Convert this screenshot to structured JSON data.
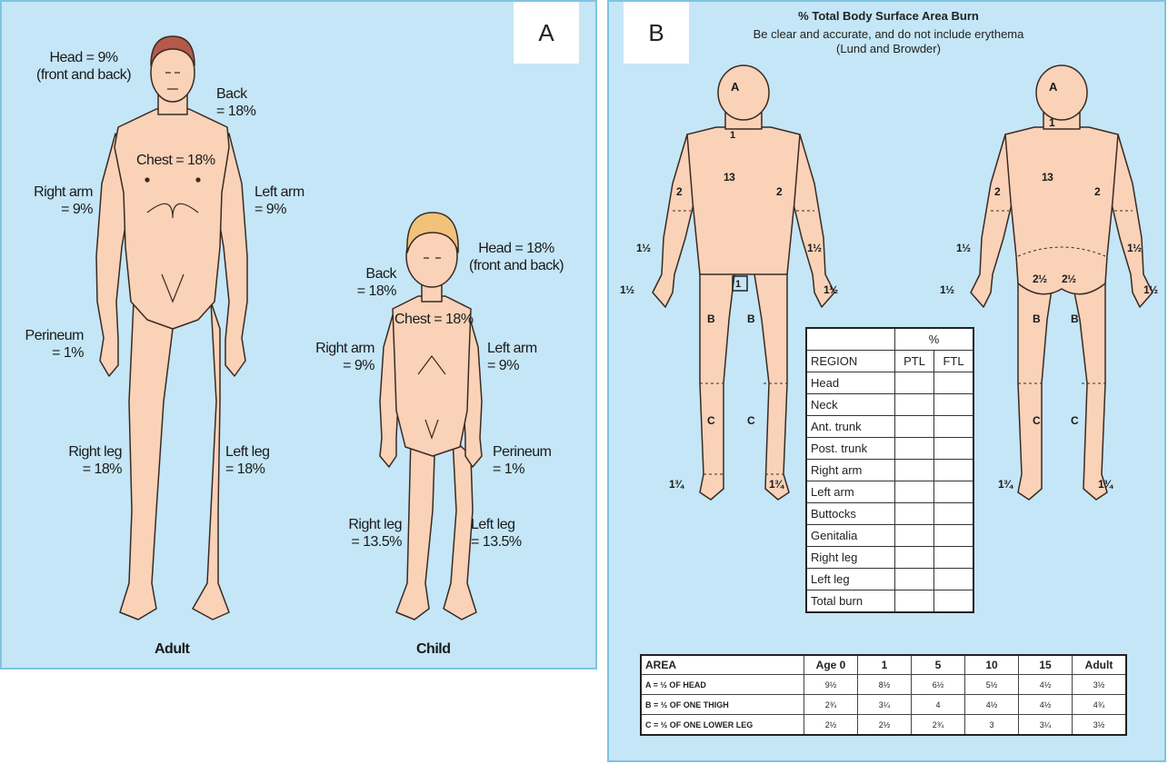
{
  "panel_a": {
    "letter": "A",
    "adult": {
      "caption": "Adult",
      "head": [
        "Head = 9%",
        "(front and back)"
      ],
      "back": [
        "Back",
        "= 18%"
      ],
      "chest": "Chest = 18%",
      "right_arm": [
        "Right arm",
        "= 9%"
      ],
      "left_arm": [
        "Left arm",
        "= 9%"
      ],
      "perineum": [
        "Perineum",
        "= 1%"
      ],
      "right_leg": [
        "Right leg",
        "= 18%"
      ],
      "left_leg": [
        "Left leg",
        "= 18%"
      ]
    },
    "child": {
      "caption": "Child",
      "head": [
        "Head = 18%",
        "(front and back)"
      ],
      "back": [
        "Back",
        "= 18%"
      ],
      "chest": "Chest = 18%",
      "right_arm": [
        "Right arm",
        "= 9%"
      ],
      "left_arm": [
        "Left arm",
        "= 9%"
      ],
      "perineum": [
        "Perineum",
        "= 1%"
      ],
      "right_leg": [
        "Right leg",
        "= 13.5%"
      ],
      "left_leg": [
        "Left leg",
        "= 13.5%"
      ]
    }
  },
  "panel_b": {
    "letter": "B",
    "title": "% Total Body Surface Area Burn",
    "subtitle": "Be clear and accurate, and do not include erythema",
    "subtitle2": "(Lund and Browder)",
    "front_labels": {
      "head": "A",
      "neck": "1",
      "trunk": "13",
      "upper_arm": "2",
      "forearm": "1½",
      "hand": "1½",
      "genitalia": "1",
      "thigh": "B",
      "lower_leg": "C",
      "foot": "1¾"
    },
    "back_labels": {
      "head": "A",
      "neck": "1",
      "trunk": "13",
      "upper_arm": "2",
      "forearm": "1½",
      "hand": "1½",
      "buttock": "2½",
      "thigh": "B",
      "lower_leg": "C",
      "foot": "1¾"
    },
    "region_table": {
      "percent_header": "%",
      "headers": [
        "REGION",
        "PTL",
        "FTL"
      ],
      "rows": [
        "Head",
        "Neck",
        "Ant. trunk",
        "Post. trunk",
        "Right arm",
        "Left arm",
        "Buttocks",
        "Genitalia",
        "Right leg",
        "Left leg",
        "Total burn"
      ]
    },
    "area_table": {
      "headers": [
        "AREA",
        "Age 0",
        "1",
        "5",
        "10",
        "15",
        "Adult"
      ],
      "rows": [
        {
          "area": "A = ½ OF HEAD",
          "values": [
            "9½",
            "8½",
            "6½",
            "5½",
            "4½",
            "3½"
          ]
        },
        {
          "area": "B = ½ OF ONE THIGH",
          "values": [
            "2¾",
            "3¼",
            "4",
            "4½",
            "4½",
            "4¾"
          ]
        },
        {
          "area": "C = ½ OF ONE LOWER LEG",
          "values": [
            "2½",
            "2½",
            "2¾",
            "3",
            "3¼",
            "3½"
          ]
        }
      ]
    }
  },
  "colors": {
    "panel_bg": "#c4e6f6",
    "panel_border": "#7fc4e0",
    "skin": "#f9d2b8",
    "adult_hair": "#b45a4a",
    "child_hair": "#f2c27a"
  }
}
